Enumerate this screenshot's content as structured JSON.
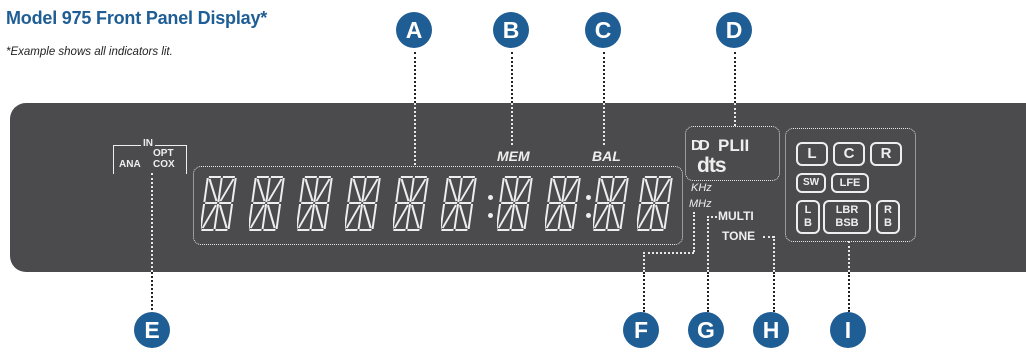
{
  "title": "Model 975 Front Panel Display*",
  "subtitle": "*Example shows all indicators lit.",
  "callouts": [
    "A",
    "B",
    "C",
    "D",
    "E",
    "F",
    "G",
    "H",
    "I"
  ],
  "panel": {
    "input": {
      "in": "IN",
      "ana": "ANA",
      "opt": "OPT",
      "cox": "COX"
    },
    "mem": "MEM",
    "bal": "BAL",
    "decoder": {
      "dolby": "DD",
      "pl2": "PLII",
      "dts": "dts"
    },
    "freq": {
      "khz": "KHz",
      "mhz": "MHz"
    },
    "multi": "MULTI",
    "tone": "TONE",
    "channels": {
      "l": "L",
      "c": "C",
      "r": "R",
      "sw": "SW",
      "lfe": "LFE",
      "lb_top": "L",
      "lb_bot": "B",
      "lbr_top": "LBR",
      "lbr_bot": "BSB",
      "rb_top": "R",
      "rb_bot": "B"
    }
  },
  "colors": {
    "accent": "#1f5d95",
    "panel": "#4b4b4d",
    "lit": "#eeeeee"
  }
}
